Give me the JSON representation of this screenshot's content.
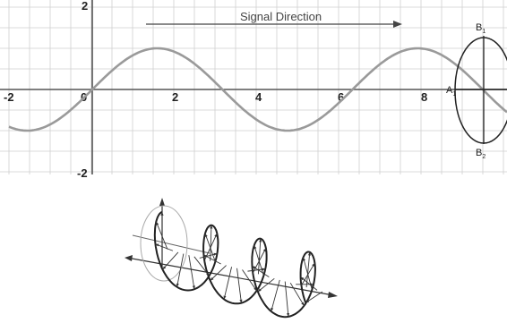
{
  "plot": {
    "annotation": "Signal Direction",
    "x_ticks": [
      "-2",
      "0",
      "2",
      "4",
      "6",
      "8"
    ],
    "y_ticks": [
      "2",
      "-2"
    ],
    "point_a": "A",
    "point_a_sub": "1",
    "point_b1": "B",
    "point_b1_sub": "1",
    "point_b2": "B",
    "point_b2_sub": "2"
  },
  "colors": {
    "grid": "#cfcfcf",
    "axis": "#555555",
    "wave": "#9a9a9a",
    "ink": "#222222"
  },
  "icons": [
    "arrow-right-icon",
    "helix-wave-diagram"
  ]
}
